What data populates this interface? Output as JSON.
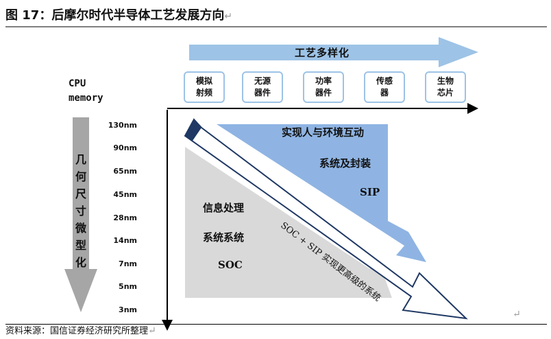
{
  "title": "图 17：后摩尔时代半导体工艺发展方向",
  "paragraph_mark": "↵",
  "diversification_label": "工艺多样化",
  "cpu_label": "CPU",
  "memory_label": "memory",
  "nodes": [
    "130nm",
    "90nm",
    "65nm",
    "45nm",
    "28nm",
    "14nm",
    "7nm",
    "5nm",
    "3nm"
  ],
  "shrink_label": "几何尺寸微型化",
  "boxes": [
    "模拟\n射频",
    "无源\n器件",
    "功率\n器件",
    "传感\n器",
    "生物\n芯片"
  ],
  "sip_lines": [
    "实现人与环境互动",
    "系统及封装",
    "SIP"
  ],
  "soc_lines": [
    "信息处理",
    "系统系统",
    "SOC"
  ],
  "diagonal_label": "SOC + SIP 实现更高级的系统",
  "source": "资料来源：国信证券经济研究所整理",
  "colors": {
    "blue_fill": "#9dc3e6",
    "blue_fill_deep": "#8fb4e3",
    "gray_fill": "#d9d9d9",
    "navy": "#1f3864",
    "box_border": "#9dc3e6"
  }
}
